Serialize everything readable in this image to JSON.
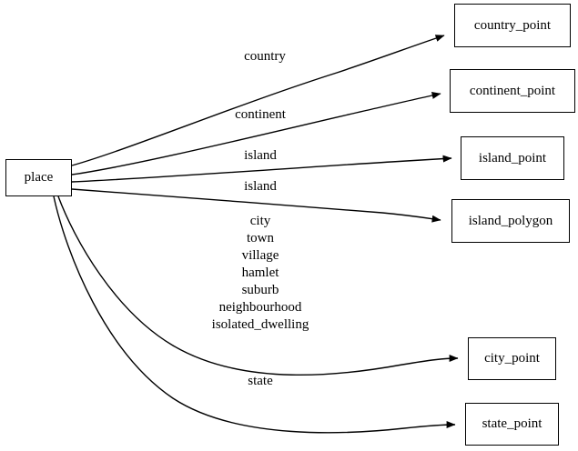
{
  "diagram": {
    "type": "directed-graph",
    "background_color": "#ffffff",
    "stroke_color": "#000000",
    "text_color": "#000000",
    "root": {
      "id": "place",
      "label": "place"
    },
    "targets": [
      {
        "id": "country_point",
        "label": "country_point"
      },
      {
        "id": "continent_point",
        "label": "continent_point"
      },
      {
        "id": "island_point",
        "label": "island_point"
      },
      {
        "id": "island_polygon",
        "label": "island_polygon"
      },
      {
        "id": "city_point",
        "label": "city_point"
      },
      {
        "id": "state_point",
        "label": "state_point"
      }
    ],
    "edges": [
      {
        "from": "place",
        "to": "country_point",
        "label": "country"
      },
      {
        "from": "place",
        "to": "continent_point",
        "label": "continent"
      },
      {
        "from": "place",
        "to": "island_point",
        "label": "island"
      },
      {
        "from": "place",
        "to": "island_polygon",
        "label": "island"
      },
      {
        "from": "place",
        "to": "city_point",
        "label": "city\ntown\nvillage\nhamlet\nsuburb\nneighbourhood\nisolated_dwelling"
      },
      {
        "from": "place",
        "to": "state_point",
        "label": "state"
      }
    ],
    "edge_labels": {
      "country": "country",
      "continent": "continent",
      "island_1": "island",
      "island_2": "island",
      "state": "state",
      "city_multi": [
        "city",
        "town",
        "village",
        "hamlet",
        "suburb",
        "neighbourhood",
        "isolated_dwelling"
      ]
    }
  }
}
